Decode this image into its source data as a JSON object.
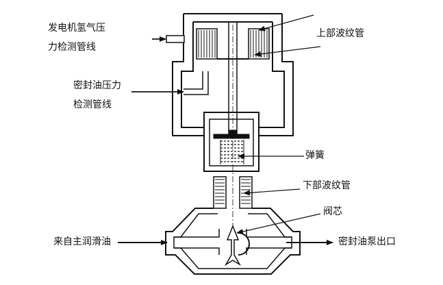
{
  "labels": {
    "generator_hydrogen_line_1": "发电机氢气压",
    "generator_hydrogen_line_2": "力检测管线",
    "upper_bellows": "上部波纹管",
    "seal_oil_line_1": "密封油压力",
    "seal_oil_line_2": "检测管线",
    "spring": "弹簧",
    "lower_bellows": "下部波纹管",
    "valve_core": "阀芯",
    "inlet": "来自主润滑油",
    "outlet": "密封油泵出口"
  }
}
